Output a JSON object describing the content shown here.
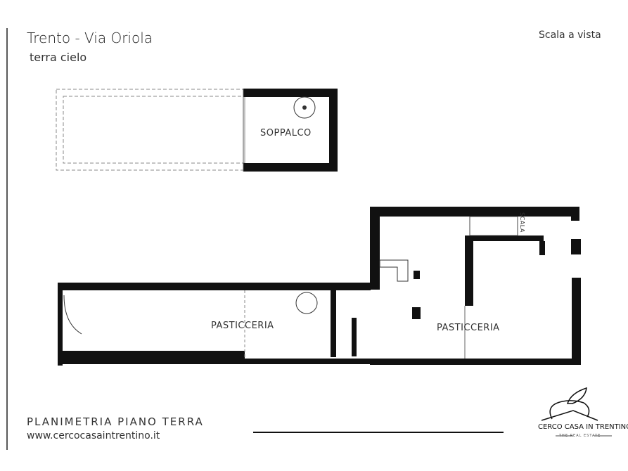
{
  "header": {
    "title": "Trento - Via Oriola",
    "subtitle": "terra cielo",
    "scale_note": "Scala a vista"
  },
  "plan": {
    "rooms": [
      {
        "label": "SOPPALCO"
      },
      {
        "label": "PASTICCERIA"
      },
      {
        "label": "PASTICCERIA"
      }
    ],
    "stair_label": "SCALA"
  },
  "footer": {
    "plan_title": "PLANIMETRIA PIANO TERRA",
    "website": "www.cercocasaintrentino.it",
    "brand": "CERCO CASA IN TRENTINO",
    "brand_tagline": "THE REAL ESTATE"
  }
}
